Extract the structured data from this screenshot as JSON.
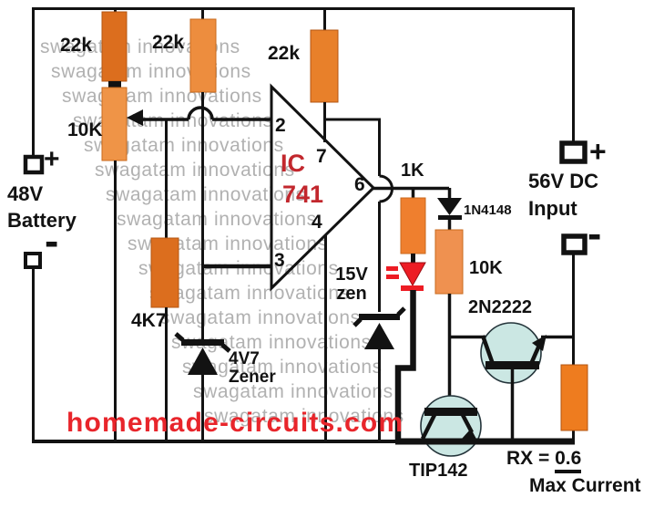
{
  "watermark": {
    "text": "swagatam innovations",
    "lines": 16
  },
  "credit": "homemade-circuits.com",
  "battery": {
    "plus": "+",
    "minus": "-",
    "line1": "48V",
    "line2": "Battery"
  },
  "dc_input": {
    "plus": "+",
    "minus": "-",
    "line1": "56V DC",
    "line2": "Input"
  },
  "opamp": {
    "line1": "IC",
    "line2": "741",
    "pin2": "2",
    "pin3": "3",
    "pin4": "4",
    "pin6": "6",
    "pin7": "7"
  },
  "resistors": {
    "r1": "22k",
    "pot": "10K",
    "r2": "22k",
    "r3": "22k",
    "r4": "4K7",
    "r5": "1K",
    "r6": "10K"
  },
  "diodes": {
    "d1": "1N4148",
    "zener1_value": "4V7",
    "zener1_word": "Zener",
    "zener2_value": "15V",
    "zener2_word": "zen"
  },
  "transistors": {
    "q1": "2N2222",
    "q2": "TIP142"
  },
  "formula": {
    "lhs": "RX = ",
    "numerator": "0.6",
    "denominator": "Max Current"
  },
  "colors": {
    "wire": "#121212",
    "resistor_dark": "#DC6E1E",
    "resistor_mid": "#E8802A",
    "resistor_light": "#EF9447",
    "r2_fill": "#ED8D3E",
    "r5_fill": "#EF7F2E",
    "r6_fill": "#EF9150",
    "rx_fill": "#EE7C1F",
    "transistor_fill": "#CBE7E3",
    "led_red": "#ED1C24",
    "ic_red": "#C2272D",
    "credit_red": "#E8252B",
    "watermark_gray": "#B1B1B1"
  }
}
